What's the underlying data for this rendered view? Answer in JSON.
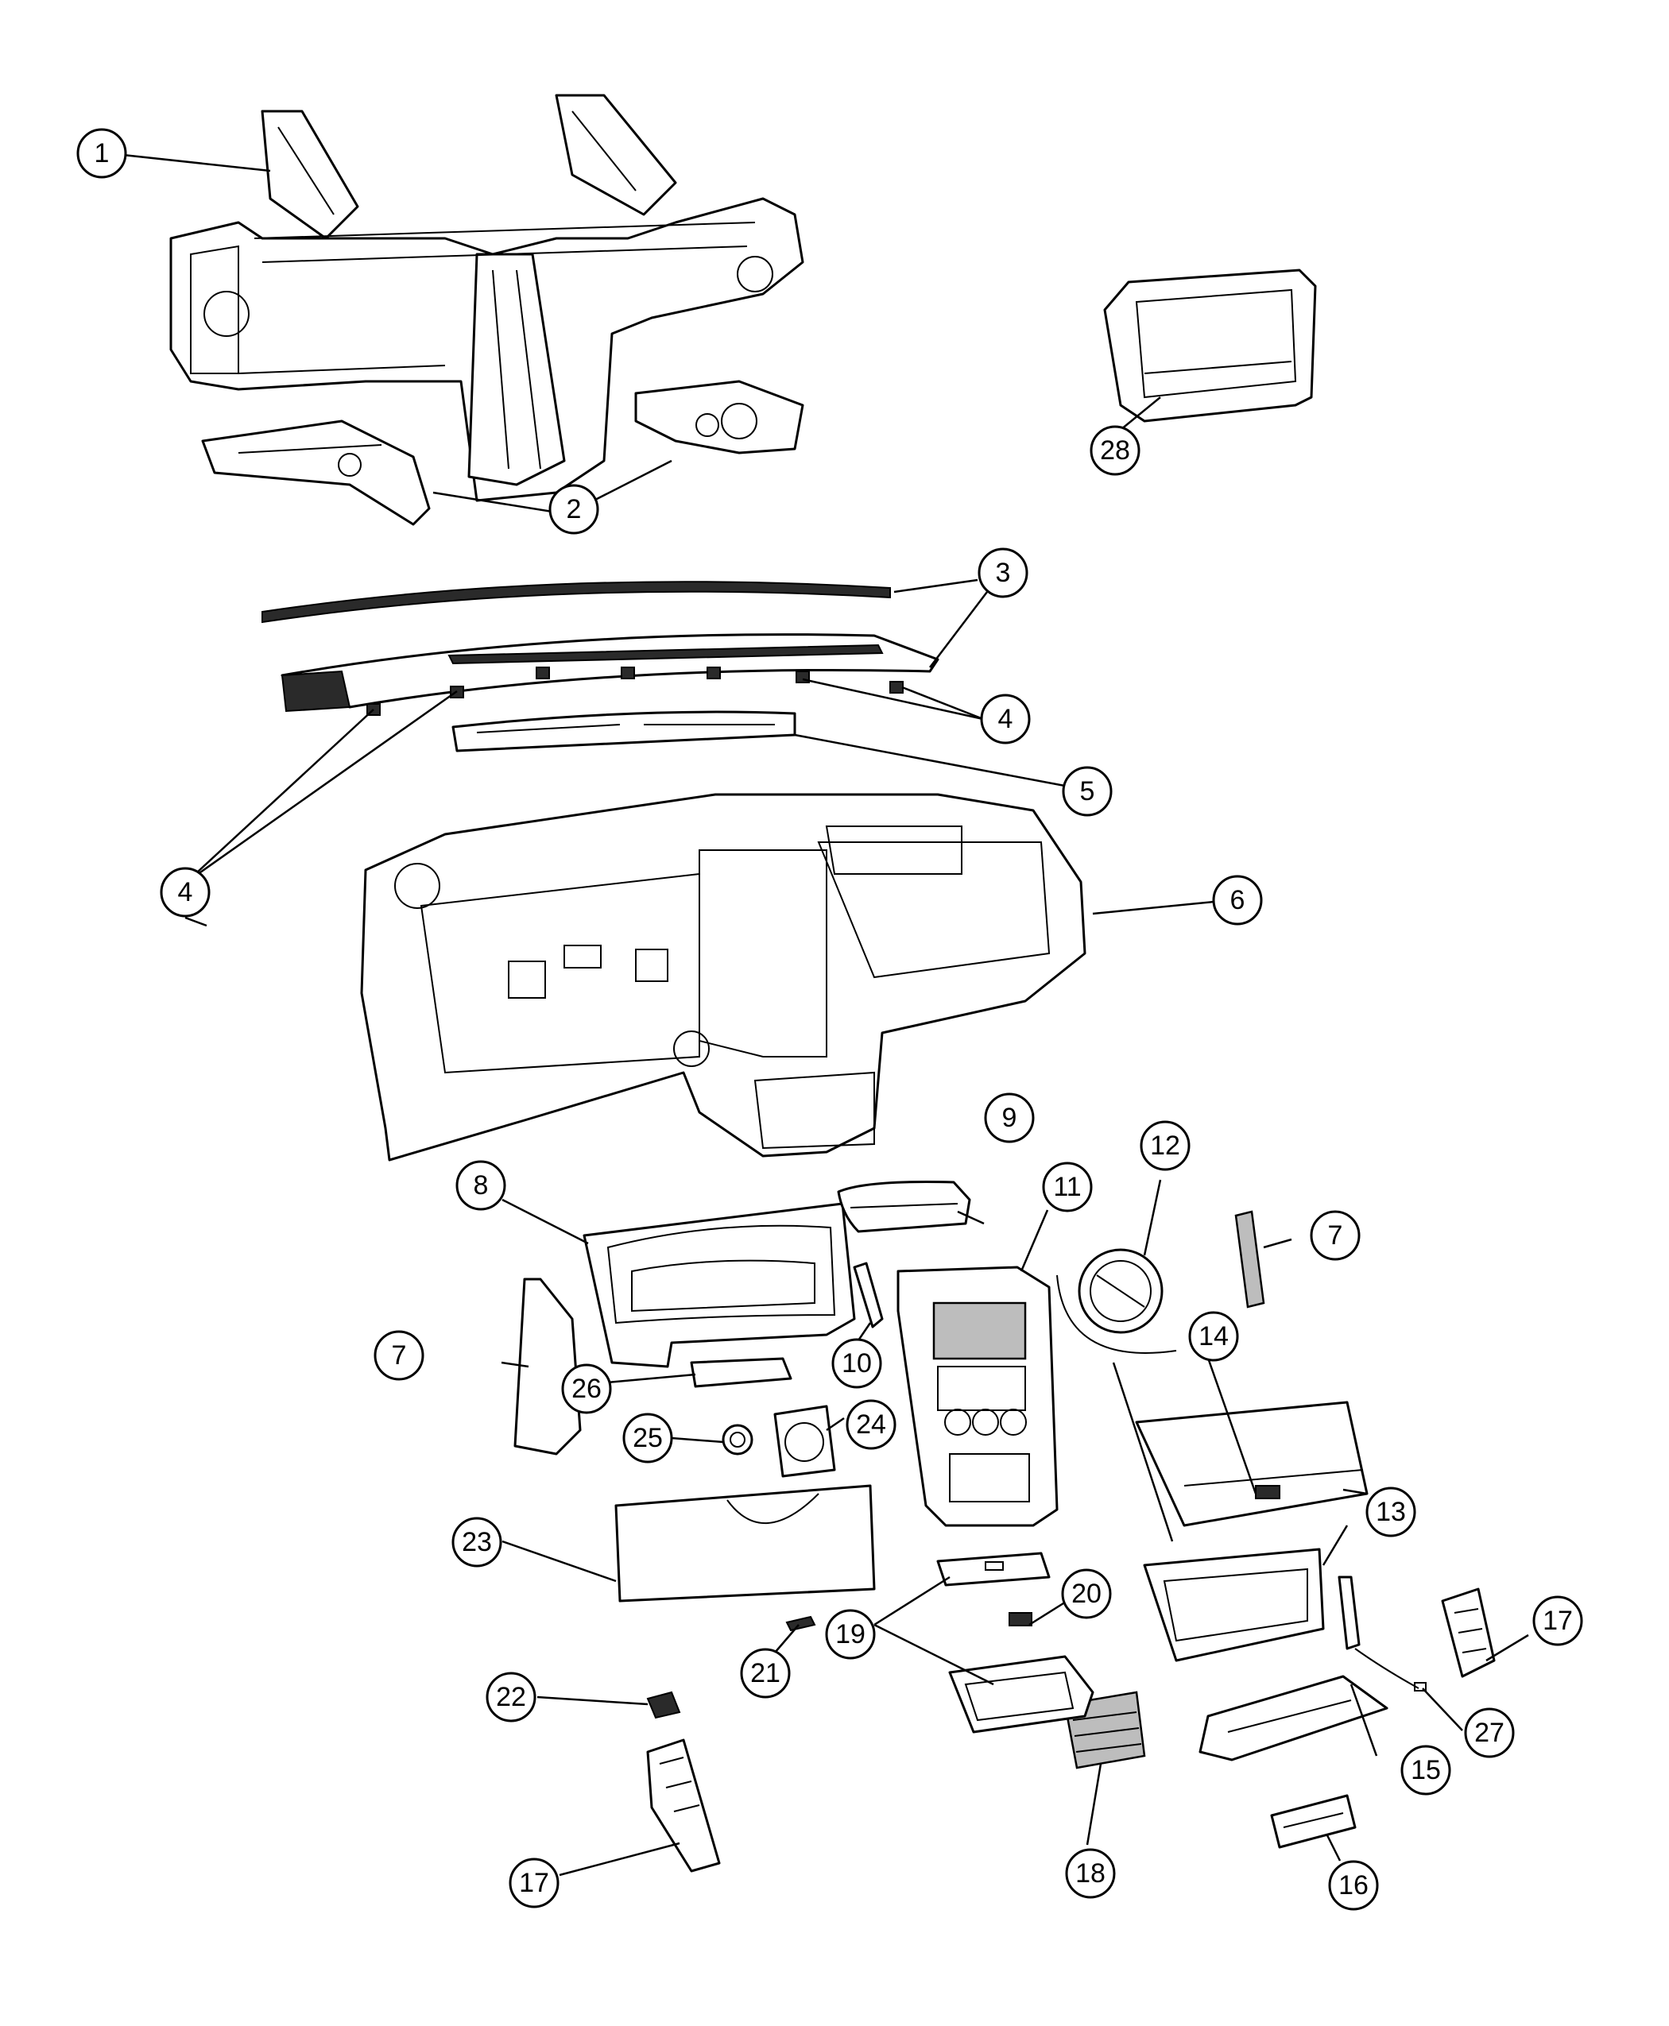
{
  "callouts": [
    {
      "id": "c1",
      "label": "1"
    },
    {
      "id": "c2",
      "label": "2"
    },
    {
      "id": "c3",
      "label": "3"
    },
    {
      "id": "c4a",
      "label": "4"
    },
    {
      "id": "c4b",
      "label": "4"
    },
    {
      "id": "c5",
      "label": "5"
    },
    {
      "id": "c6",
      "label": "6"
    },
    {
      "id": "c7a",
      "label": "7"
    },
    {
      "id": "c7b",
      "label": "7"
    },
    {
      "id": "c8",
      "label": "8"
    },
    {
      "id": "c9",
      "label": "9"
    },
    {
      "id": "c10",
      "label": "10"
    },
    {
      "id": "c11",
      "label": "11"
    },
    {
      "id": "c12",
      "label": "12"
    },
    {
      "id": "c13",
      "label": "13"
    },
    {
      "id": "c14",
      "label": "14"
    },
    {
      "id": "c15",
      "label": "15"
    },
    {
      "id": "c16",
      "label": "16"
    },
    {
      "id": "c17a",
      "label": "17"
    },
    {
      "id": "c17b",
      "label": "17"
    },
    {
      "id": "c18",
      "label": "18"
    },
    {
      "id": "c19",
      "label": "19"
    },
    {
      "id": "c20",
      "label": "20"
    },
    {
      "id": "c21",
      "label": "21"
    },
    {
      "id": "c22",
      "label": "22"
    },
    {
      "id": "c23",
      "label": "23"
    },
    {
      "id": "c24",
      "label": "24"
    },
    {
      "id": "c25",
      "label": "25"
    },
    {
      "id": "c26",
      "label": "26"
    },
    {
      "id": "c27",
      "label": "27"
    },
    {
      "id": "c28",
      "label": "28"
    }
  ]
}
